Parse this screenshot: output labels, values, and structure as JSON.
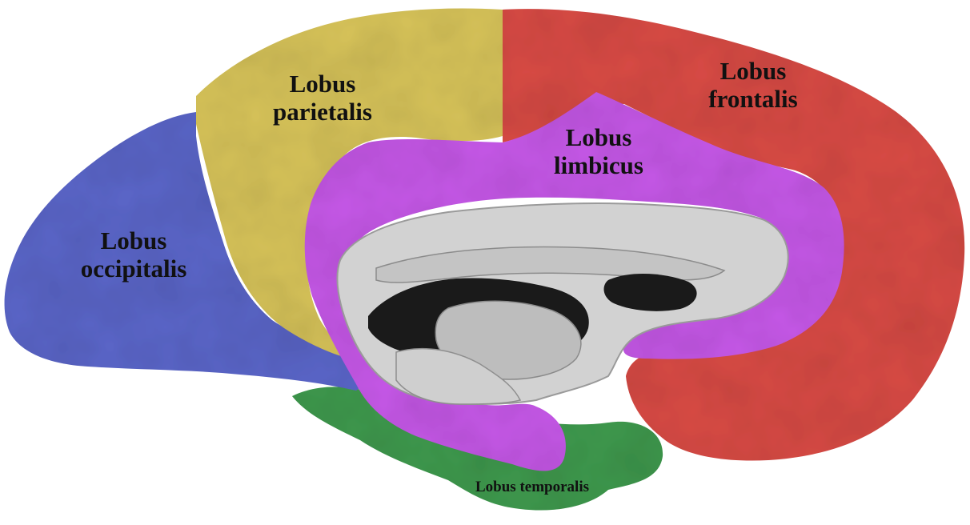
{
  "labels": {
    "occipitalis": [
      "Lobus",
      "occipitalis"
    ],
    "parietalis": [
      "Lobus",
      "parietalis"
    ],
    "limbicus": [
      "Lobus",
      "limbicus"
    ],
    "frontalis": [
      "Lobus",
      "frontalis"
    ],
    "temporalis": "Lobus temporalis"
  },
  "colors": {
    "occipitalis": "#5b66c9",
    "parietalis": "#d8c45a",
    "limbicus": "#c658e8",
    "frontalis": "#d94b45",
    "temporalis": "#3f9a4e",
    "medial_structures": "#d2d2d2",
    "ventricle": "#1a1a1a"
  }
}
